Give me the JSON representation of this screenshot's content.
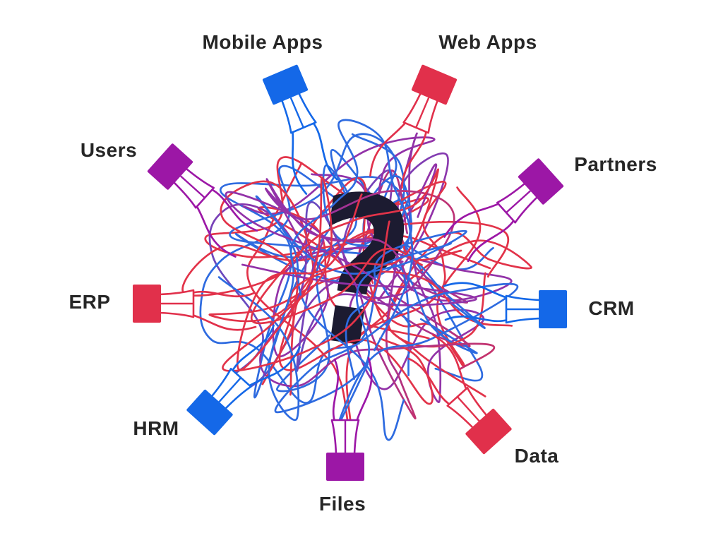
{
  "diagram": {
    "center_symbol": "?",
    "colors": {
      "plug_blue": "#1468e8",
      "plug_red": "#e1304b",
      "plug_purple": "#9c17a6",
      "wire_blue": "#2e6be0",
      "wire_red": "#e23349",
      "wire_purple": "#9232a8",
      "question_mark": "#1c1b31",
      "label_text": "#262626",
      "background": "#ffffff"
    },
    "nodes": [
      {
        "id": "mobile-apps",
        "label": "Mobile Apps",
        "color": "#1468e8"
      },
      {
        "id": "web-apps",
        "label": "Web Apps",
        "color": "#e1304b"
      },
      {
        "id": "users",
        "label": "Users",
        "color": "#9c17a6"
      },
      {
        "id": "partners",
        "label": "Partners",
        "color": "#9c17a6"
      },
      {
        "id": "erp",
        "label": "ERP",
        "color": "#e1304b"
      },
      {
        "id": "crm",
        "label": "CRM",
        "color": "#1468e8"
      },
      {
        "id": "hrm",
        "label": "HRM",
        "color": "#1468e8"
      },
      {
        "id": "data",
        "label": "Data",
        "color": "#e1304b"
      },
      {
        "id": "files",
        "label": "Files",
        "color": "#9c17a6"
      }
    ]
  }
}
